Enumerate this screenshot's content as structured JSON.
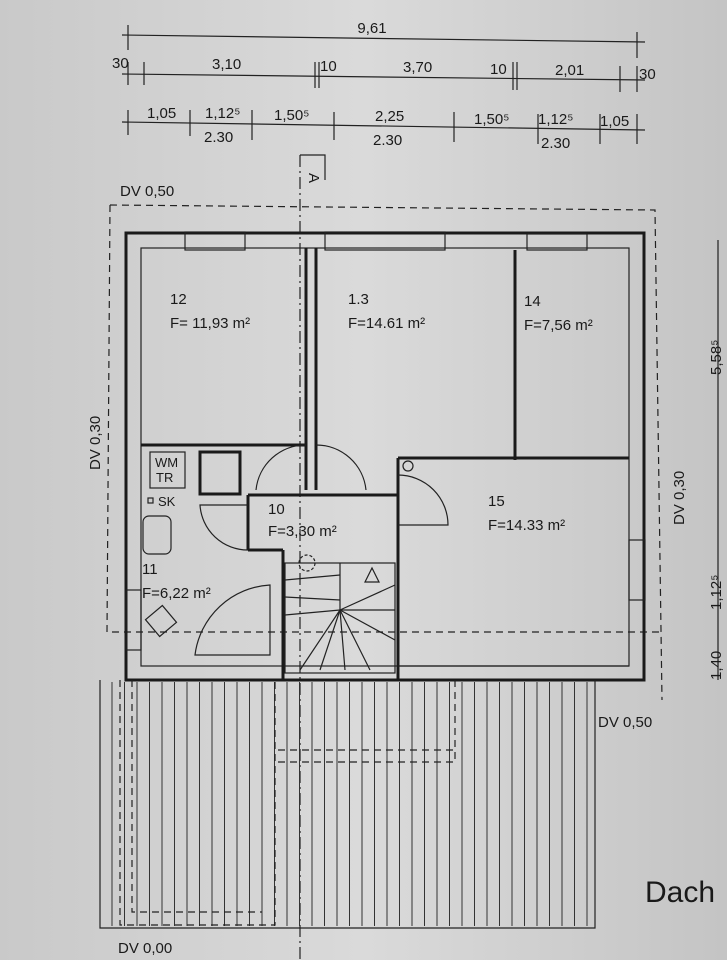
{
  "dimensions": {
    "total_width": "9,61",
    "row2": [
      "30",
      "3,10",
      "10",
      "3,70",
      "10",
      "2,01",
      "30"
    ],
    "row3_top": [
      "1,05",
      "1,12⁵",
      "1,50⁵",
      "2,25",
      "1,50⁵",
      "1,12⁵",
      "1,05"
    ],
    "row3_bottom": [
      "2.30",
      "2.30",
      "2.30"
    ],
    "right": [
      "5,58⁵",
      "1,12⁵",
      "1,40"
    ]
  },
  "section_marker": "A",
  "roof_labels": {
    "top_left": "DV 0,50",
    "left": "DV 0,30",
    "right": "DV 0,30",
    "bottom_right": "DV 0,50",
    "bottom_left": "DV 0,00"
  },
  "rooms": [
    {
      "number": "12",
      "area": "F= 11,93 m²"
    },
    {
      "number": "1.3",
      "area": "F=14.61 m²"
    },
    {
      "number": "14",
      "area": "F=7,56 m²"
    },
    {
      "number": "15",
      "area": "F=14.33 m²"
    },
    {
      "number": "10",
      "area": "F=3,30 m²"
    },
    {
      "number": "11",
      "area": "F=6,22 m²"
    }
  ],
  "fixtures": {
    "washer": "WM",
    "dryer": "TR",
    "cabinet": "SK"
  },
  "side_label": "Dach"
}
